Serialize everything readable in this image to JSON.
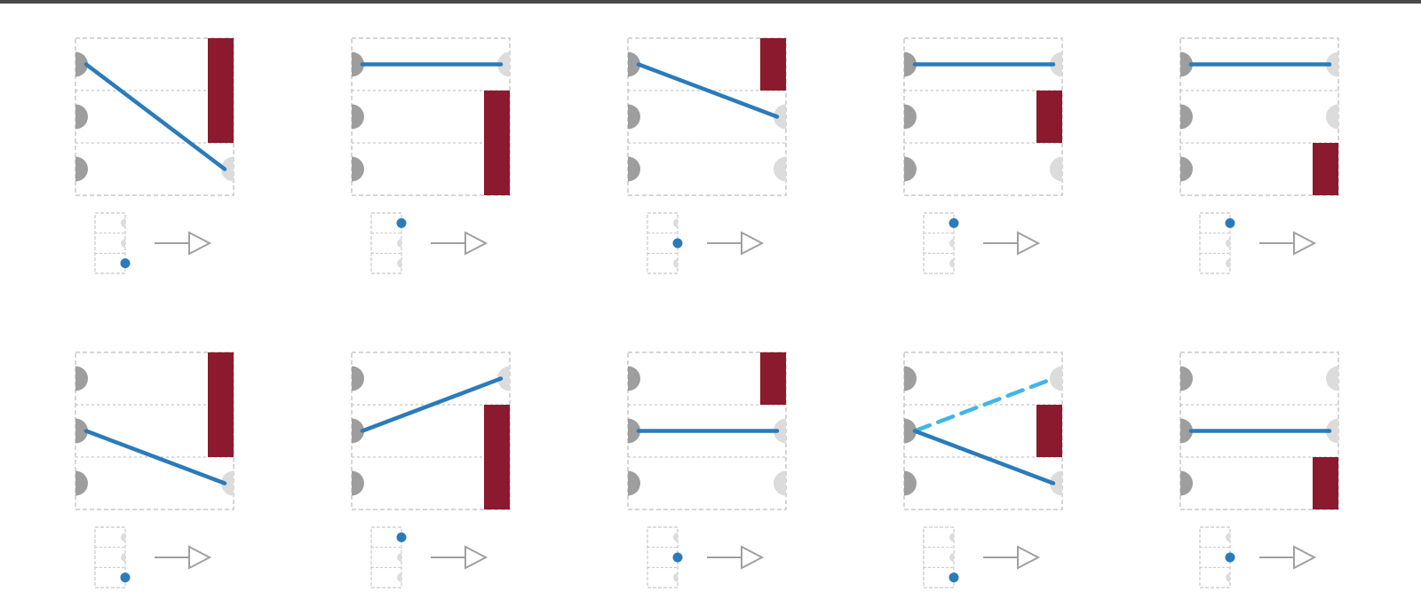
{
  "colors": {
    "top_bar": "#4a4a4a",
    "frame": "#c8c8c8",
    "grid_line": "#c8c8c8",
    "left_node": "#9e9e9e",
    "right_node": "#dcdcdc",
    "connection": "#2b7bba",
    "alt_connection": "#41b6e6",
    "bar": "#8b1a2e",
    "marker": "#2b7bba",
    "arrow": "#a0a0a0"
  },
  "panels": [
    {
      "links": [
        {
          "from": 0,
          "to": 2,
          "style": "solid"
        }
      ],
      "bar": {
        "start": 0,
        "end": 2
      },
      "marker_row": 2,
      "marker_side": "right"
    },
    {
      "links": [
        {
          "from": 0,
          "to": 0,
          "style": "solid"
        }
      ],
      "bar": {
        "start": 1,
        "end": 3
      },
      "marker_row": 0,
      "marker_side": "right"
    },
    {
      "links": [
        {
          "from": 0,
          "to": 1,
          "style": "solid"
        }
      ],
      "bar": {
        "start": 0,
        "end": 1
      },
      "marker_row": 1,
      "marker_side": "right"
    },
    {
      "links": [
        {
          "from": 0,
          "to": 0,
          "style": "solid"
        }
      ],
      "bar": {
        "start": 1,
        "end": 2
      },
      "marker_row": 0,
      "marker_side": "right"
    },
    {
      "links": [
        {
          "from": 0,
          "to": 0,
          "style": "solid"
        }
      ],
      "bar": {
        "start": 2,
        "end": 3
      },
      "marker_row": 0,
      "marker_side": "right"
    },
    {
      "links": [
        {
          "from": 1,
          "to": 2,
          "style": "solid"
        }
      ],
      "bar": {
        "start": 0,
        "end": 2
      },
      "marker_row": 2,
      "marker_side": "right"
    },
    {
      "links": [
        {
          "from": 1,
          "to": 0,
          "style": "solid"
        }
      ],
      "bar": {
        "start": 1,
        "end": 3
      },
      "marker_row": 0,
      "marker_side": "right"
    },
    {
      "links": [
        {
          "from": 1,
          "to": 1,
          "style": "solid"
        }
      ],
      "bar": {
        "start": 0,
        "end": 1
      },
      "marker_row": 1,
      "marker_side": "right"
    },
    {
      "links": [
        {
          "from": 1,
          "to": 0,
          "style": "dashed"
        },
        {
          "from": 1,
          "to": 2,
          "style": "solid"
        }
      ],
      "bar": {
        "start": 1,
        "end": 2
      },
      "marker_row": 2,
      "marker_side": "right"
    },
    {
      "links": [
        {
          "from": 1,
          "to": 1,
          "style": "solid"
        }
      ],
      "bar": {
        "start": 2,
        "end": 3
      },
      "marker_row": 1,
      "marker_side": "right"
    }
  ]
}
